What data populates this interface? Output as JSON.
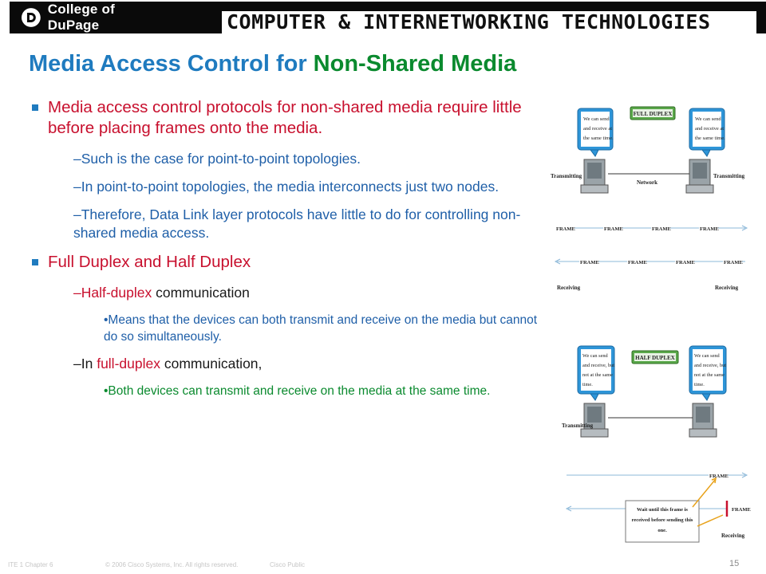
{
  "header": {
    "logo_text": "College of DuPage",
    "banner_title": "COMPUTER & INTERNETWORKING TECHNOLOGIES"
  },
  "title": {
    "part1": "Media Access Control for ",
    "part2": "Non-Shared Media"
  },
  "bullets": {
    "b1_text": "Media access control protocols for non-shared media require little before placing frames onto the media.",
    "b1_subs": [
      "–Such is the case for point-to-point topologies.",
      "–In point-to-point topologies, the media interconnects just two nodes.",
      "–Therefore, Data Link layer protocols have little to do for controlling non-shared media access."
    ],
    "b2_text": "Full Duplex and Half Duplex",
    "half_prefix": "–",
    "half_term": "Half-duplex",
    "half_suffix": " communication",
    "half_detail": "•Means that the devices can both transmit and receive on the media but cannot do so simultaneously.",
    "full_prefix": "–In ",
    "full_term": "full-duplex",
    "full_suffix": " communication,",
    "full_detail": "•Both devices can transmit and receive on the media at the same time."
  },
  "figure_full": {
    "badge": "FULL DUPLEX",
    "bubble_lines": [
      "We can send",
      "and receive at",
      "the same time."
    ],
    "transmitting": "Transmitting",
    "network": "Network",
    "receiving": "Receiving",
    "frame": "FRAME"
  },
  "figure_half": {
    "badge": "HALF DUPLEX",
    "bubble_lines": [
      "We can send",
      "and receive, but",
      "not at the same",
      "time."
    ],
    "transmitting": "Transmitting",
    "receiving": "Receiving",
    "frame": "FRAME",
    "wait_lines": [
      "Wait until this frame is",
      "received before sending this",
      "one."
    ]
  },
  "footer": {
    "course": "ITE 1 Chapter 6",
    "copyright": "© 2006 Cisco Systems, Inc. All rights reserved.",
    "classification": "Cisco Public",
    "page": "15"
  },
  "colors": {
    "title_blue": "#1f7bbf",
    "title_green": "#0a8a2e",
    "bullet_red": "#c8102e",
    "sub_blue": "#1f5fa8",
    "bubble_blue": "#2e95d8"
  }
}
